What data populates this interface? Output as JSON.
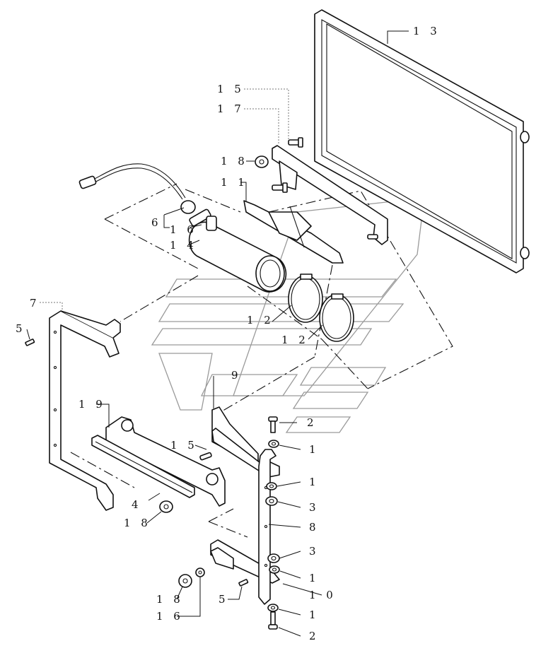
{
  "diagram": {
    "labels": [
      {
        "id": "c13",
        "text": "1 3"
      },
      {
        "id": "c15a",
        "text": "1 5"
      },
      {
        "id": "c17",
        "text": "1 7"
      },
      {
        "id": "c18a",
        "text": "1 8"
      },
      {
        "id": "c11",
        "text": "1 1"
      },
      {
        "id": "c6",
        "text": "6"
      },
      {
        "id": "c16a",
        "text": "1 6"
      },
      {
        "id": "c14",
        "text": "1 4"
      },
      {
        "id": "c7",
        "text": "7"
      },
      {
        "id": "c5a",
        "text": "5"
      },
      {
        "id": "c12a",
        "text": "1 2"
      },
      {
        "id": "c12b",
        "text": "1 2"
      },
      {
        "id": "c9",
        "text": "9"
      },
      {
        "id": "c19",
        "text": "1 9"
      },
      {
        "id": "c2a",
        "text": "2"
      },
      {
        "id": "c15b",
        "text": "1 5"
      },
      {
        "id": "c1a",
        "text": "1"
      },
      {
        "id": "c1b",
        "text": "1"
      },
      {
        "id": "c4",
        "text": "4"
      },
      {
        "id": "c3a",
        "text": "3"
      },
      {
        "id": "c18b",
        "text": "1 8"
      },
      {
        "id": "c8",
        "text": "8"
      },
      {
        "id": "c3b",
        "text": "3"
      },
      {
        "id": "c1c",
        "text": "1"
      },
      {
        "id": "c18c",
        "text": "1 8"
      },
      {
        "id": "c10",
        "text": "1 0"
      },
      {
        "id": "c5b",
        "text": "5"
      },
      {
        "id": "c16b",
        "text": "1 6"
      },
      {
        "id": "c1d",
        "text": "1"
      },
      {
        "id": "c2b",
        "text": "2"
      }
    ]
  }
}
